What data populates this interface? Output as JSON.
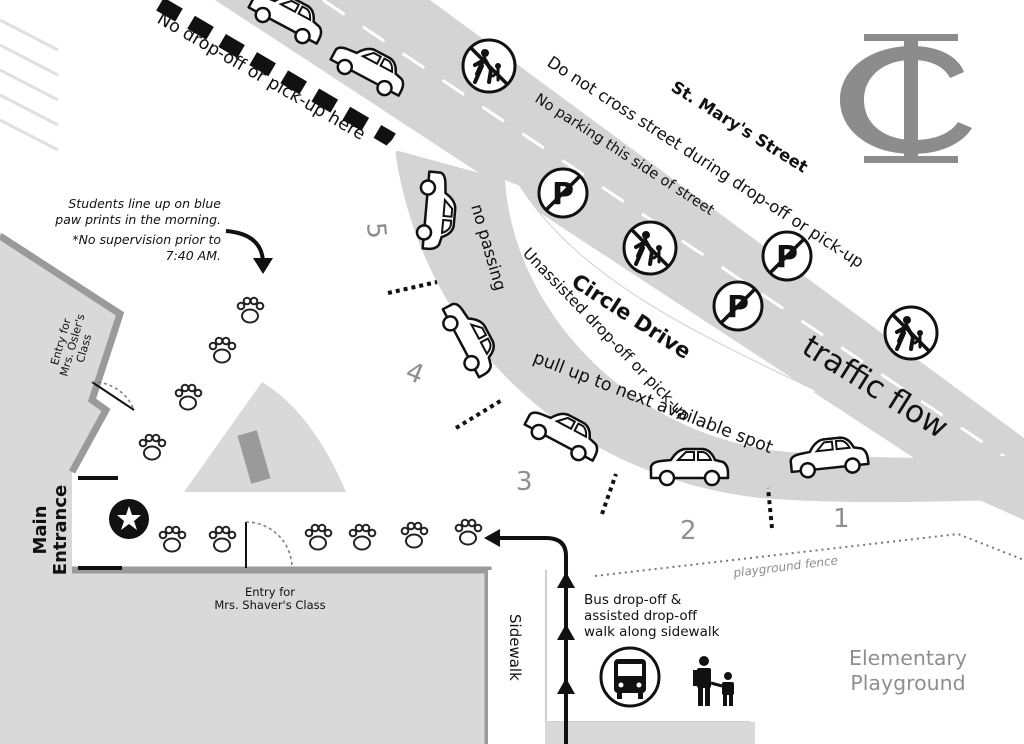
{
  "streets": {
    "main_street": "St. Mary's Street",
    "circle_drive": "Circle Drive",
    "sidewalk": "Sidewalk"
  },
  "rules": {
    "no_dropoff_here": "No drop-off or pick-up here",
    "no_crossing": "Do not cross street during drop-off or pick-up",
    "no_parking": "No parking this side of street",
    "traffic_flow": "traffic flow",
    "no_passing": "no passing",
    "unassisted": "Unassisted drop-off or pick-up",
    "pull_up": "pull up to next available spot"
  },
  "spots": [
    "1",
    "2",
    "3",
    "4",
    "5"
  ],
  "notes": {
    "morning_line_1": "Students line up on blue",
    "morning_line_2": "paw prints in the morning.",
    "supervision_1": "*No supervision prior to",
    "supervision_2": "7:40 AM.",
    "bus_1": "Bus drop-off &",
    "bus_2": "assisted drop-off",
    "bus_3": "walk along sidewalk"
  },
  "places": {
    "main_entrance_1": "Main",
    "main_entrance_2": "Entrance",
    "osler_1": "Entry for",
    "osler_2": "Mrs. Osler's",
    "osler_3": "Class",
    "shaver_1": "Entry for",
    "shaver_2": "Mrs. Shaver's Class",
    "fence": "playground fence",
    "playground_1": "Elementary",
    "playground_2": "Playground"
  },
  "icons": [
    "no-pedestrian-icon",
    "no-parking-icon",
    "car-icon",
    "paw-print-icon",
    "star-icon",
    "bus-icon",
    "adult-child-icon",
    "logo-icon"
  ],
  "colors": {
    "road": "#d4d4d4",
    "building": "#d9d9d9",
    "logo": "#8c8c8c",
    "label_grey": "#8f8f8f",
    "ink": "#111111"
  }
}
